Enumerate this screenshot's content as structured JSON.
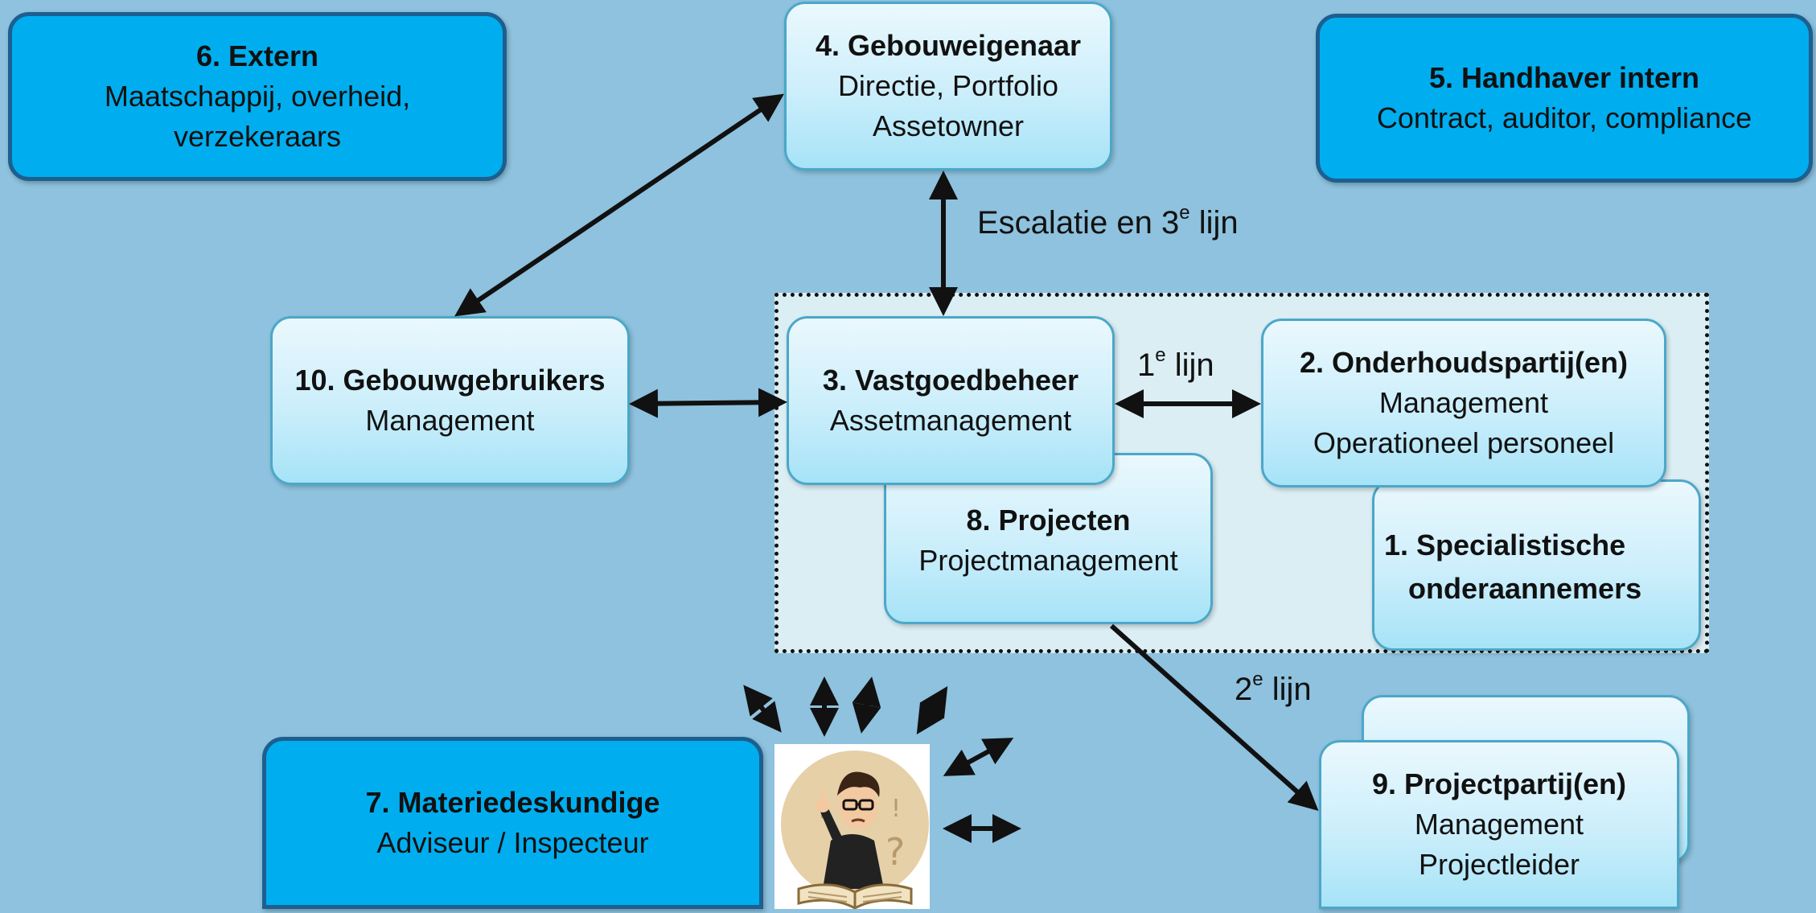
{
  "boxes": {
    "extern": {
      "title": "6. Extern",
      "line1": "Maatschappij, overheid,",
      "line2": "verzekeraars"
    },
    "gebouweigenaar": {
      "title": "4. Gebouweigenaar",
      "line1": "Directie, Portfolio",
      "line2": "Assetowner"
    },
    "handhaver": {
      "title": "5. Handhaver intern",
      "line1": "Contract, auditor, compliance"
    },
    "gebouwgebruikers": {
      "title": "10. Gebouwgebruikers",
      "line1": "Management"
    },
    "vastgoedbeheer": {
      "title": "3. Vastgoedbeheer",
      "line1": "Assetmanagement"
    },
    "onderhoudspartij": {
      "title": "2. Onderhoudspartij(en)",
      "line1": "Management",
      "line2": "Operationeel personeel"
    },
    "specialistische": {
      "title1": "1. Specialistische",
      "title2": "onderaannemers"
    },
    "projecten": {
      "title": "8. Projecten",
      "line1": "Projectmanagement"
    },
    "materiedeskundige": {
      "title": "7. Materiedeskundige",
      "line1": "Adviseur / Inspecteur"
    },
    "projectpartij": {
      "title": "9. Projectpartij(en)",
      "line1": "Management",
      "line2": "Projectleider"
    }
  },
  "labels": {
    "escalatie": {
      "pre": "Escalatie en 3",
      "sup": "e",
      "post": " lijn"
    },
    "eerste": {
      "pre": "1",
      "sup": "e",
      "post": " lijn"
    },
    "tweede": {
      "pre": "2",
      "sup": "e",
      "post": " lijn"
    }
  }
}
